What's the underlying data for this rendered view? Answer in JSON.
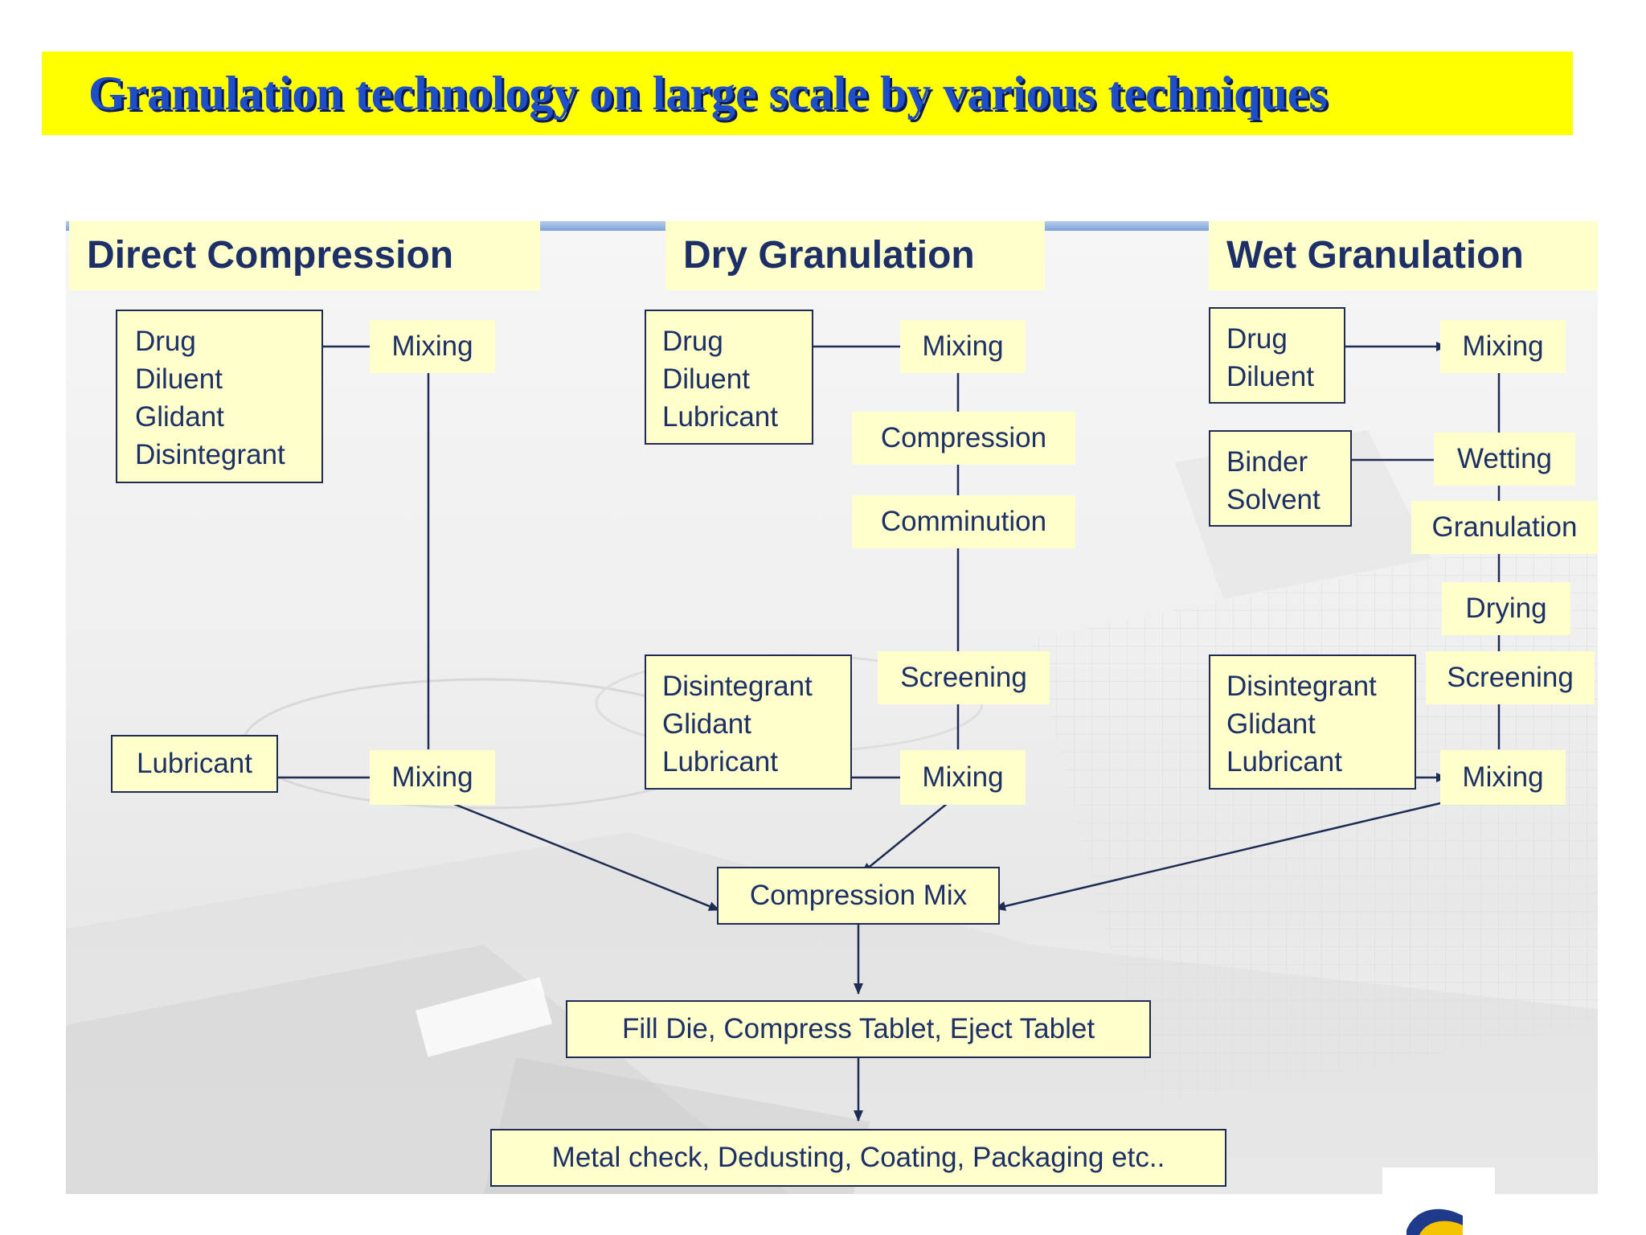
{
  "title": "Granulation technology on large scale by various techniques",
  "sections": {
    "direct": "Direct Compression",
    "dry": "Dry Granulation",
    "wet": "Wet Granulation"
  },
  "direct": {
    "ingredients": [
      "Drug",
      "Diluent",
      "Glidant",
      "Disintegrant"
    ],
    "mixing_1": "Mixing",
    "lubricant": "Lubricant",
    "mixing_2": "Mixing"
  },
  "dry": {
    "ingredients": [
      "Drug",
      "Diluent",
      "Lubricant"
    ],
    "mixing_1": "Mixing",
    "compression": "Compression",
    "comminution": "Comminution",
    "screening": "Screening",
    "additives": [
      "Disintegrant",
      "Glidant",
      "Lubricant"
    ],
    "mixing_2": "Mixing"
  },
  "wet": {
    "ingredients": [
      "Drug",
      "Diluent"
    ],
    "mixing_1": "Mixing",
    "binder": [
      "Binder",
      "Solvent"
    ],
    "wetting": "Wetting",
    "granulation": "Granulation",
    "drying": "Drying",
    "screening": "Screening",
    "additives": [
      "Disintegrant",
      "Glidant",
      "Lubricant"
    ],
    "mixing_2": "Mixing"
  },
  "common": {
    "compression_mix": "Compression Mix",
    "fill_die": "Fill Die, Compress Tablet, Eject Tablet",
    "final": "Metal check, Dedusting, Coating, Packaging etc.."
  }
}
